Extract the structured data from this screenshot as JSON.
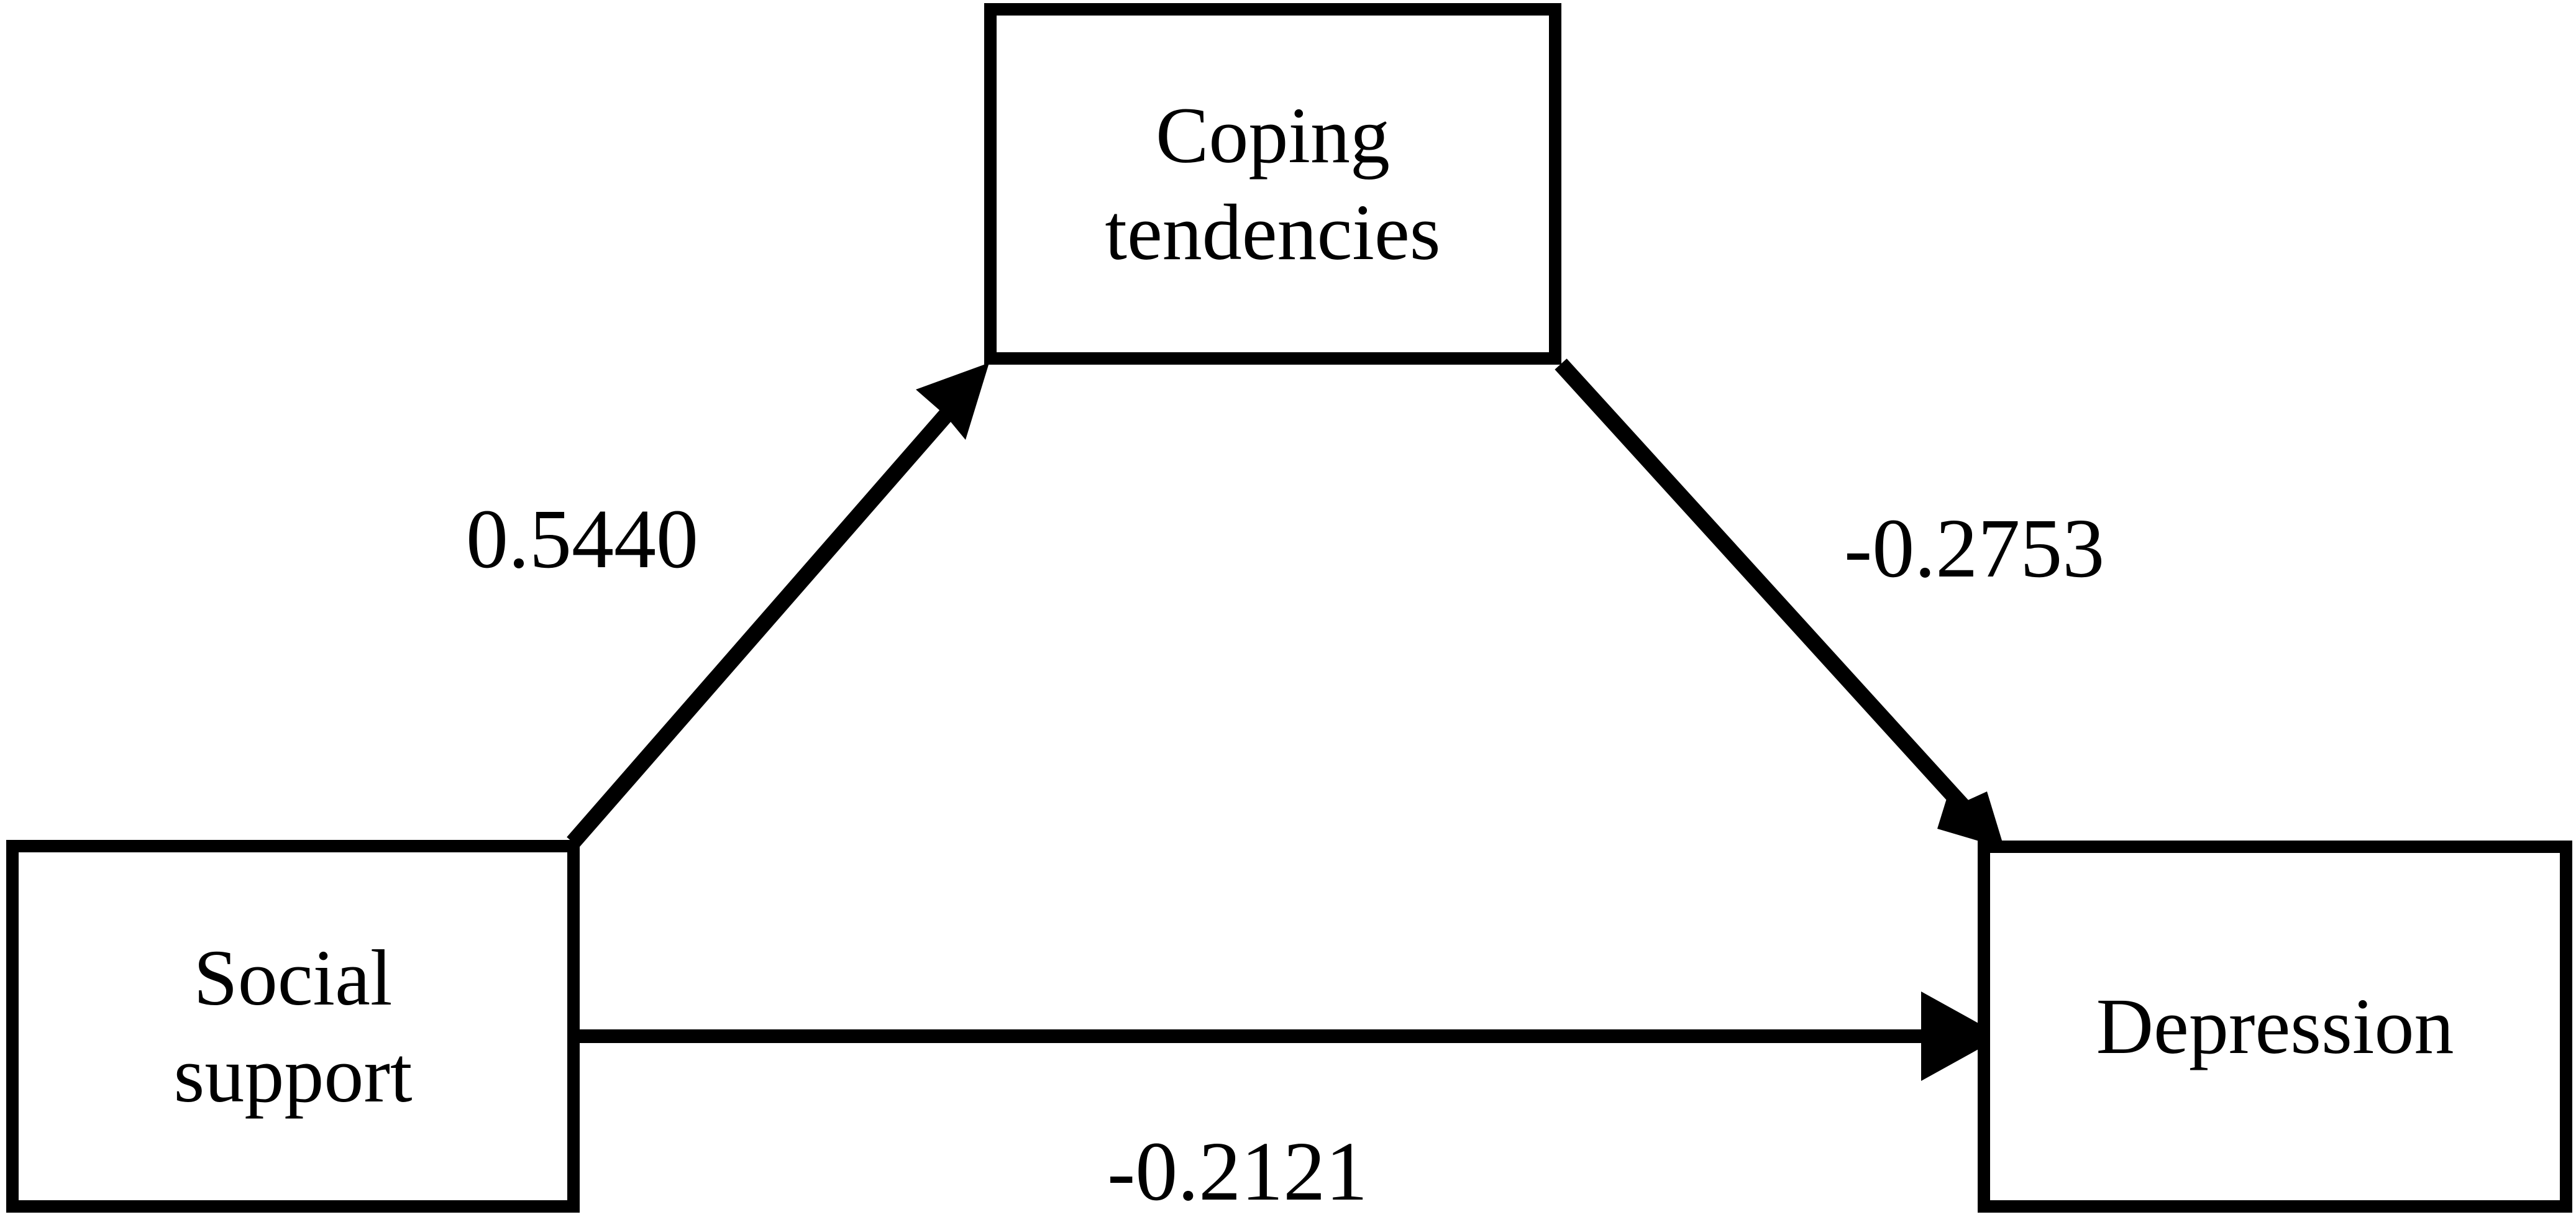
{
  "diagram": {
    "type": "mediation-model",
    "nodes": [
      {
        "id": "social_support",
        "label_line1": "Social",
        "label_line2": "support",
        "role": "independent-variable"
      },
      {
        "id": "coping_tendencies",
        "label_line1": "Coping",
        "label_line2": "tendencies",
        "role": "mediator"
      },
      {
        "id": "depression",
        "label_line1": "Depression",
        "label_line2": "",
        "role": "dependent-variable"
      }
    ],
    "edges": [
      {
        "id": "a_path",
        "from": "social_support",
        "to": "coping_tendencies",
        "coefficient": "0.5440",
        "style": "thick-arrow"
      },
      {
        "id": "b_path",
        "from": "coping_tendencies",
        "to": "depression",
        "coefficient": "-0.2753",
        "style": "thick-arrow"
      },
      {
        "id": "c_path",
        "from": "social_support",
        "to": "depression",
        "coefficient": "-0.2121",
        "style": "thin-arrow"
      }
    ],
    "colors": {
      "stroke": "#000000",
      "background": "#ffffff",
      "text": "#000000"
    }
  },
  "chart_data": {
    "type": "diagram",
    "title": "",
    "categories": [
      "Social support → Coping tendencies",
      "Coping tendencies → Depression",
      "Social support → Depression"
    ],
    "values": [
      0.544,
      -0.2753,
      -0.2121
    ],
    "labels": [
      "0.5440",
      "-0.2753",
      "-0.2121"
    ]
  }
}
